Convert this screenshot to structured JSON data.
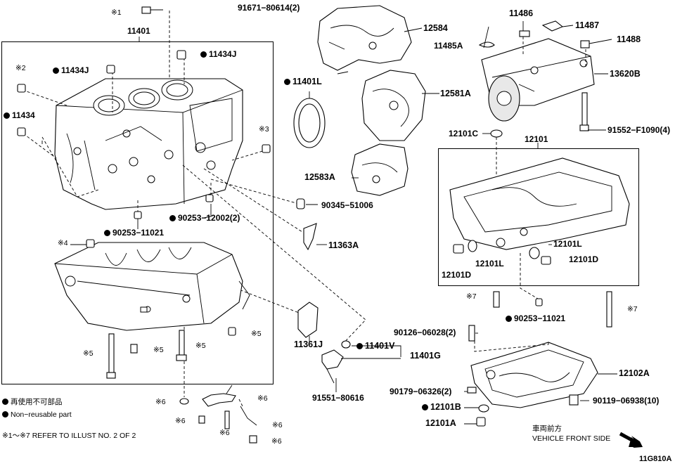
{
  "diagram_id": "11G810A",
  "frames": {
    "block_frame_label": "11401",
    "oil_pan_frame_label": "12101"
  },
  "parts": {
    "p_note1": "※1",
    "p_91671": "91671−80614(2)",
    "p_12584": "12584",
    "p_11486": "11486",
    "p_11487": "11487",
    "p_11488": "11488",
    "p_11485A": "11485A",
    "p_13620B": "13620B",
    "p_91552": "91552−F1090(4)",
    "p_11434J_top": "11434J",
    "p_note2": "※2",
    "p_11434J_left": "11434J",
    "p_11434": "11434",
    "p_note3": "※3",
    "p_11401L": "11401L",
    "p_12581A": "12581A",
    "p_12101C": "12101C",
    "p_12583A": "12583A",
    "p_90345": "90345−51006",
    "p_90253_12002": "90253−12002(2)",
    "p_90253_11021_a": "90253−11021",
    "p_11363A": "11363A",
    "p_note4": "※4",
    "p_12101L_a": "12101L",
    "p_12101L_b": "12101L",
    "p_12101D_a": "12101D",
    "p_12101D_b": "12101D",
    "p_note7_a": "※7",
    "p_note7_b": "※7",
    "p_90253_11021_b": "90253−11021",
    "p_90126": "90126−06028(2)",
    "p_11361J": "11361J",
    "p_11401V": "11401V",
    "p_11401G": "11401G",
    "p_note5_a": "※5",
    "p_note5_b": "※5",
    "p_note5_c": "※5",
    "p_note5_d": "※5",
    "p_12102A": "12102A",
    "p_90179": "90179−06326(2)",
    "p_90119": "90119−06938(10)",
    "p_12101B": "12101B",
    "p_12101A": "12101A",
    "p_91551": "91551−80616",
    "p_note6_a": "※6",
    "p_note6_b": "※6",
    "p_note6_c": "※6",
    "p_note6_d": "※6",
    "p_note6_e": "※6",
    "p_note6_f": "※6"
  },
  "legend": {
    "non_reusable_jp": "再使用不可部品",
    "non_reusable_en": "Non−reusable part",
    "refer_note": "※1〜※7  REFER TO ILLUST NO. 2 OF 2",
    "vehicle_front_jp": "車両前方",
    "vehicle_front_en": "VEHICLE FRONT SIDE"
  }
}
